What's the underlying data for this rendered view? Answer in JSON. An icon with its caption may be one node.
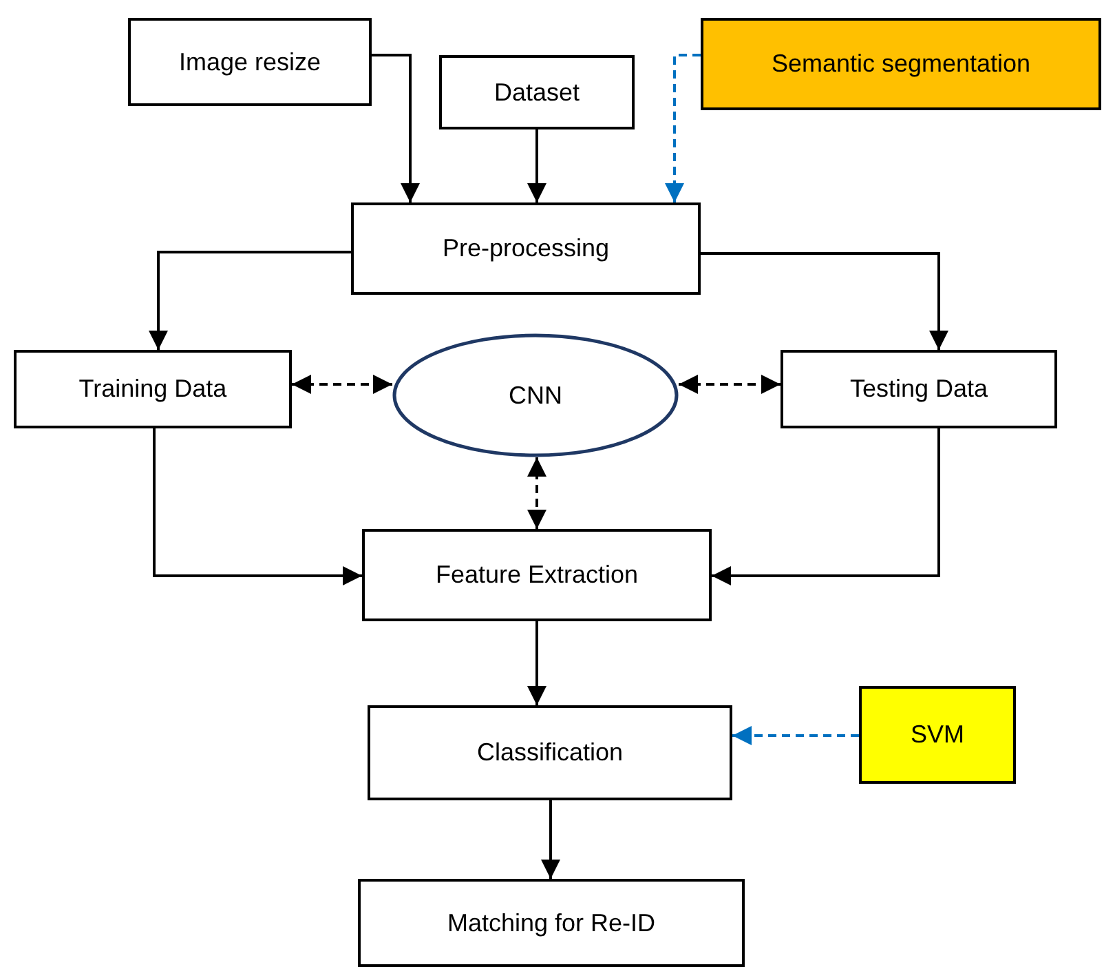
{
  "diagram": {
    "nodes": [
      {
        "text": [
          "Image resize"
        ]
      },
      {
        "text": [
          "Dataset"
        ]
      },
      {
        "text": [
          "Semantic segmentation"
        ]
      },
      {
        "text": [
          "Pre-processing"
        ]
      },
      {
        "text": [
          "Training Data"
        ]
      },
      {
        "text": [
          "CNN"
        ]
      },
      {
        "text": [
          "Testing Data"
        ]
      },
      {
        "text": [
          "Feature Extraction"
        ]
      },
      {
        "text": [
          "Classification"
        ]
      },
      {
        "text": [
          "SVM"
        ]
      },
      {
        "text": [
          "Matching for Re-ID"
        ]
      }
    ],
    "edges": [
      {
        "from": 0,
        "to": 3,
        "arrow": "to"
      },
      {
        "from": 1,
        "to": 3,
        "arrow": "to"
      },
      {
        "from": 2,
        "to": 3,
        "arrow": "to",
        "style": "dashed",
        "color": "#0070c0"
      },
      {
        "from": 3,
        "to": 4,
        "arrow": "to"
      },
      {
        "from": 3,
        "to": 6,
        "arrow": "to"
      },
      {
        "from": 4,
        "to": 5,
        "arrow": "both",
        "style": "dashed"
      },
      {
        "from": 5,
        "to": 6,
        "arrow": "both",
        "style": "dashed"
      },
      {
        "from": 5,
        "to": 7,
        "arrow": "both",
        "style": "dashed"
      },
      {
        "from": 4,
        "to": 7,
        "arrow": "to"
      },
      {
        "from": 6,
        "to": 7,
        "arrow": "to"
      },
      {
        "from": 7,
        "to": 8,
        "arrow": "to"
      },
      {
        "from": 9,
        "to": 8,
        "arrow": "to",
        "style": "dashed",
        "color": "#0070c0"
      },
      {
        "from": 8,
        "to": 10,
        "arrow": "to"
      }
    ]
  }
}
